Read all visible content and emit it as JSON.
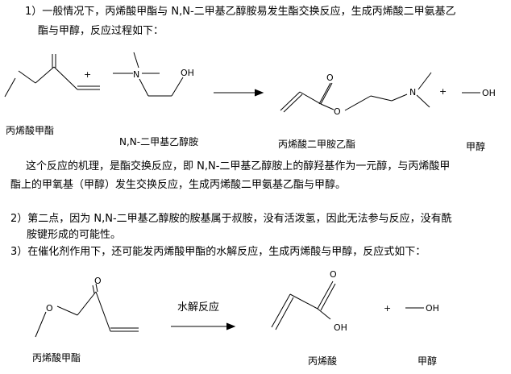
{
  "section1": {
    "line1": "1）一般情况下，丙烯酸甲酯与 N,N-二甲基乙醇胺易发生酯交换反应，生成丙烯酸二甲氨基乙",
    "line2": "酯与甲醇，反应过程如下："
  },
  "reaction1": {
    "plus": "+",
    "plus2": "+",
    "n": "N",
    "oh": "OH",
    "o": "O",
    "n2": "N",
    "oh2": "OH",
    "label_methyl_acrylate": "丙烯酸甲酯",
    "label_dmae": "N,N-二甲基乙醇胺",
    "label_product": "丙烯酸二甲胺乙酯",
    "label_methanol": "甲醇"
  },
  "mechanism": {
    "line1": "这个反应的机理，是酯交换反应，即 N,N-二甲基乙醇胺上的醇羟基作为一元醇，与丙烯酸甲",
    "line2": "酯上的甲氧基（甲醇）发生交换反应，生成丙烯酸二甲氨基乙酯与甲醇。"
  },
  "section2": {
    "line1": "2）第二点，因为 N,N-二甲基乙醇胺的胺基属于叔胺，没有活泼氢，因此无法参与反应，没有酰",
    "line2": "胺键形成的可能性。"
  },
  "section3": {
    "line1": "3）在催化剂作用下，还可能发丙烯酸甲酯的水解反应，生成丙烯酸与甲醇，反应式如下："
  },
  "reaction2": {
    "o_top": "O",
    "o_ester": "O",
    "arrow_label": "水解反应",
    "o_acid": "O",
    "oh_acid": "OH",
    "plus": "+",
    "oh_methanol": "OH",
    "label_methyl_acrylate": "丙烯酸甲酯",
    "label_acrylic_acid": "丙烯酸",
    "label_methanol": "甲醇"
  }
}
